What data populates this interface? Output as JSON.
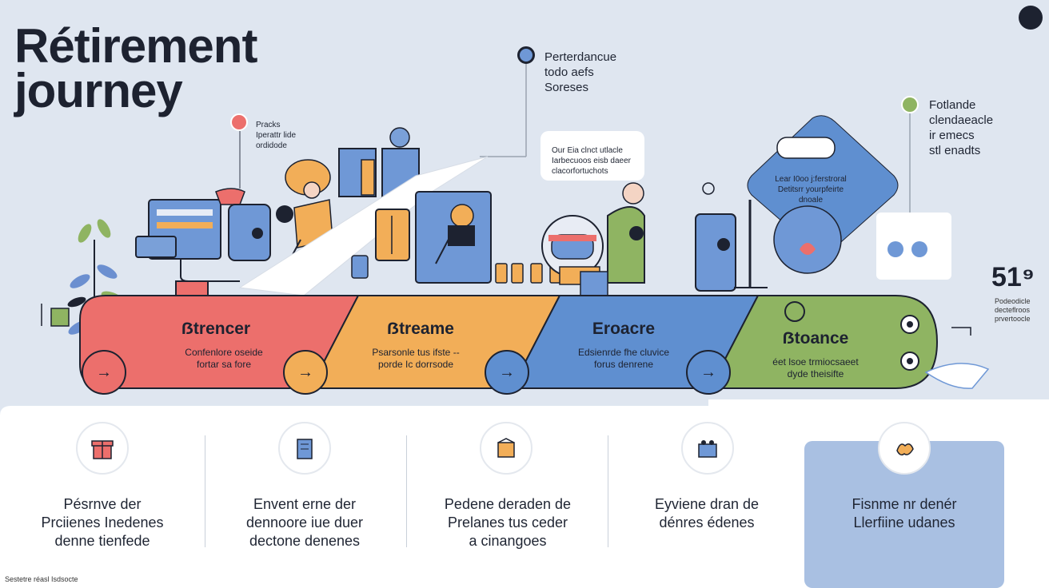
{
  "title": {
    "line1": "Rétirement",
    "line2": "journey"
  },
  "callouts": {
    "top_center": [
      "Perterdancue",
      "todo aefs",
      "Soreses"
    ],
    "top_right": [
      "Fotlande",
      "clendaeacle",
      "ir emecs",
      "stl enadts"
    ],
    "left_small": [
      "Pracks",
      "Iperattr lide",
      "ordidode"
    ],
    "mid_small": [
      "Our Eia clnct utlacle",
      "Iarbecuoos eisb daeer",
      "clacorfortuchots"
    ],
    "blue_diamond": [
      "Lear I0oo j:ferstroral",
      "Detitsrr yourpfeirte",
      "dnoale"
    ]
  },
  "stat": {
    "value": "51⁹",
    "sub": [
      "Podeodicle",
      "decteflroos",
      "prvertoocle"
    ]
  },
  "stages": [
    {
      "label": "ẞtrencer",
      "sub": [
        "Confenlore oseide",
        "fortar sa fore"
      ],
      "color": "#ec6f6c"
    },
    {
      "label": "ẞtreame",
      "sub": [
        "Psarsonle tus ifste --",
        "porde Ic dorrsode"
      ],
      "color": "#f2ae58"
    },
    {
      "label": "Eroacre",
      "sub": [
        "Edsienrde fhe cluvice",
        "forus denrene"
      ],
      "color": "#5f8fd0"
    },
    {
      "label": "ẞtoance",
      "sub": [
        "éet lsoe trmiocsaeet",
        "dyde theisifte"
      ],
      "color": "#8fb462"
    }
  ],
  "cards": [
    {
      "text": [
        "Pésrnve der",
        "Prciienes Inedenes",
        "denne tienfede"
      ]
    },
    {
      "text": [
        "Envent erne der",
        "dennoore iue duer",
        "dectone denenes"
      ]
    },
    {
      "text": [
        "Pedene deraden de",
        "Prelanes tus ceder",
        "a cinangoes"
      ]
    },
    {
      "text": [
        "Eyviene dran de",
        "dénres édenes"
      ]
    },
    {
      "text": [
        "Fisnme nr denér",
        "Llerfiine udanes"
      ]
    }
  ],
  "footer": "Sestetre réasl Isdsocte",
  "arrow_glyph": "→",
  "colors": {
    "red": "#ec6f6c",
    "orange": "#f2ae58",
    "blue": "#5f8fd0",
    "green": "#8fb462",
    "navy": "#1d2230"
  }
}
